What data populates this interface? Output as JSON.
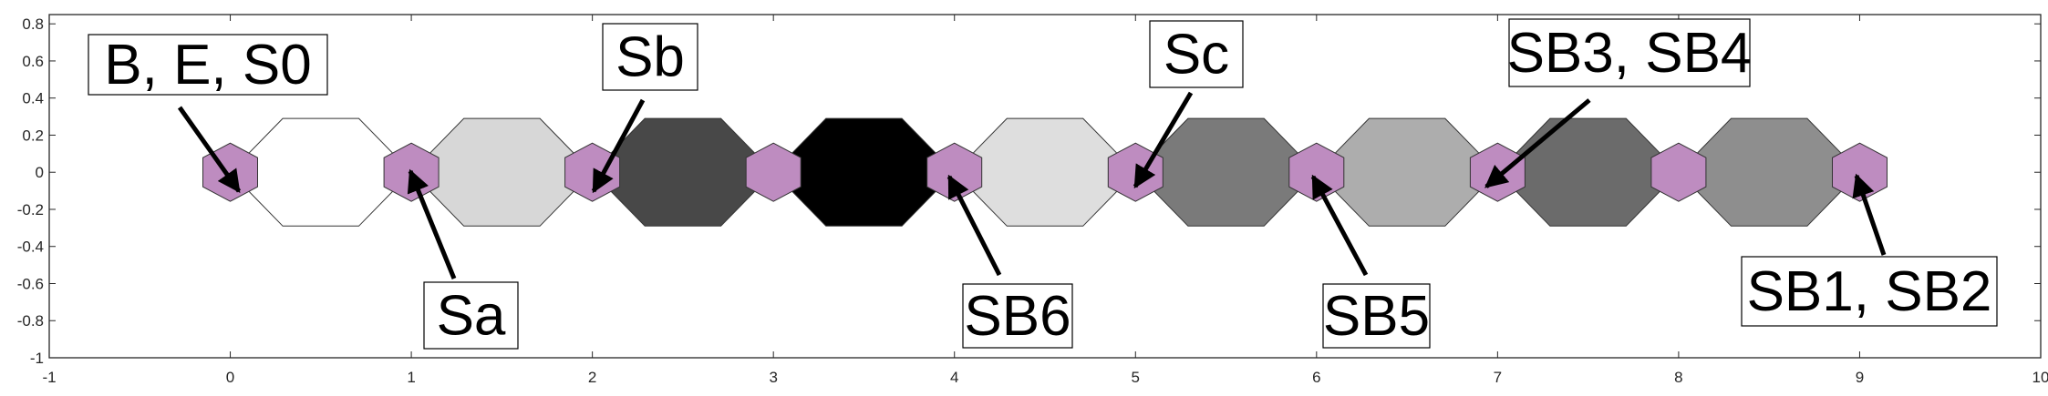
{
  "axes": {
    "xlim": [
      -1,
      10
    ],
    "ylim": [
      -1,
      0.85
    ],
    "x_ticks": [
      "-1",
      "0",
      "1",
      "2",
      "3",
      "4",
      "5",
      "6",
      "7",
      "8",
      "9",
      "10"
    ],
    "y_ticks": [
      "0.8",
      "0.6",
      "0.4",
      "0.2",
      "0",
      "-0.2",
      "-0.4",
      "-0.6",
      "-0.8",
      "-1"
    ]
  },
  "colors": {
    "node_fill": "#be8cc0",
    "edge_stroke": "#333333"
  },
  "nodes": [
    {
      "x": 0,
      "y": 0
    },
    {
      "x": 1,
      "y": 0
    },
    {
      "x": 2,
      "y": 0
    },
    {
      "x": 3,
      "y": 0
    },
    {
      "x": 4,
      "y": 0
    },
    {
      "x": 5,
      "y": 0
    },
    {
      "x": 6,
      "y": 0
    },
    {
      "x": 7,
      "y": 0
    },
    {
      "x": 8,
      "y": 0
    },
    {
      "x": 9,
      "y": 0
    }
  ],
  "edges": [
    {
      "x": 0.5,
      "fill": "#ffffff"
    },
    {
      "x": 1.5,
      "fill": "#d7d7d7"
    },
    {
      "x": 2.5,
      "fill": "#484848"
    },
    {
      "x": 3.5,
      "fill": "#000000"
    },
    {
      "x": 4.5,
      "fill": "#dedede"
    },
    {
      "x": 5.5,
      "fill": "#7a7a7a"
    },
    {
      "x": 6.5,
      "fill": "#adadad"
    },
    {
      "x": 7.5,
      "fill": "#6b6b6b"
    },
    {
      "x": 8.5,
      "fill": "#8e8e8e"
    }
  ],
  "callouts": [
    {
      "text": "B, E, S0",
      "target": {
        "x": 0,
        "y": 0
      }
    },
    {
      "text": "Sa",
      "target": {
        "x": 1,
        "y": 0
      }
    },
    {
      "text": "Sb",
      "target": {
        "x": 2,
        "y": 0
      }
    },
    {
      "text": "SB6",
      "target": {
        "x": 4,
        "y": 0
      }
    },
    {
      "text": "Sc",
      "target": {
        "x": 5,
        "y": 0
      }
    },
    {
      "text": "SB5",
      "target": {
        "x": 6,
        "y": 0
      }
    },
    {
      "text": "SB3, SB4",
      "target": {
        "x": 7,
        "y": 0
      }
    },
    {
      "text": "SB1, SB2",
      "target": {
        "x": 9,
        "y": 0
      }
    }
  ]
}
